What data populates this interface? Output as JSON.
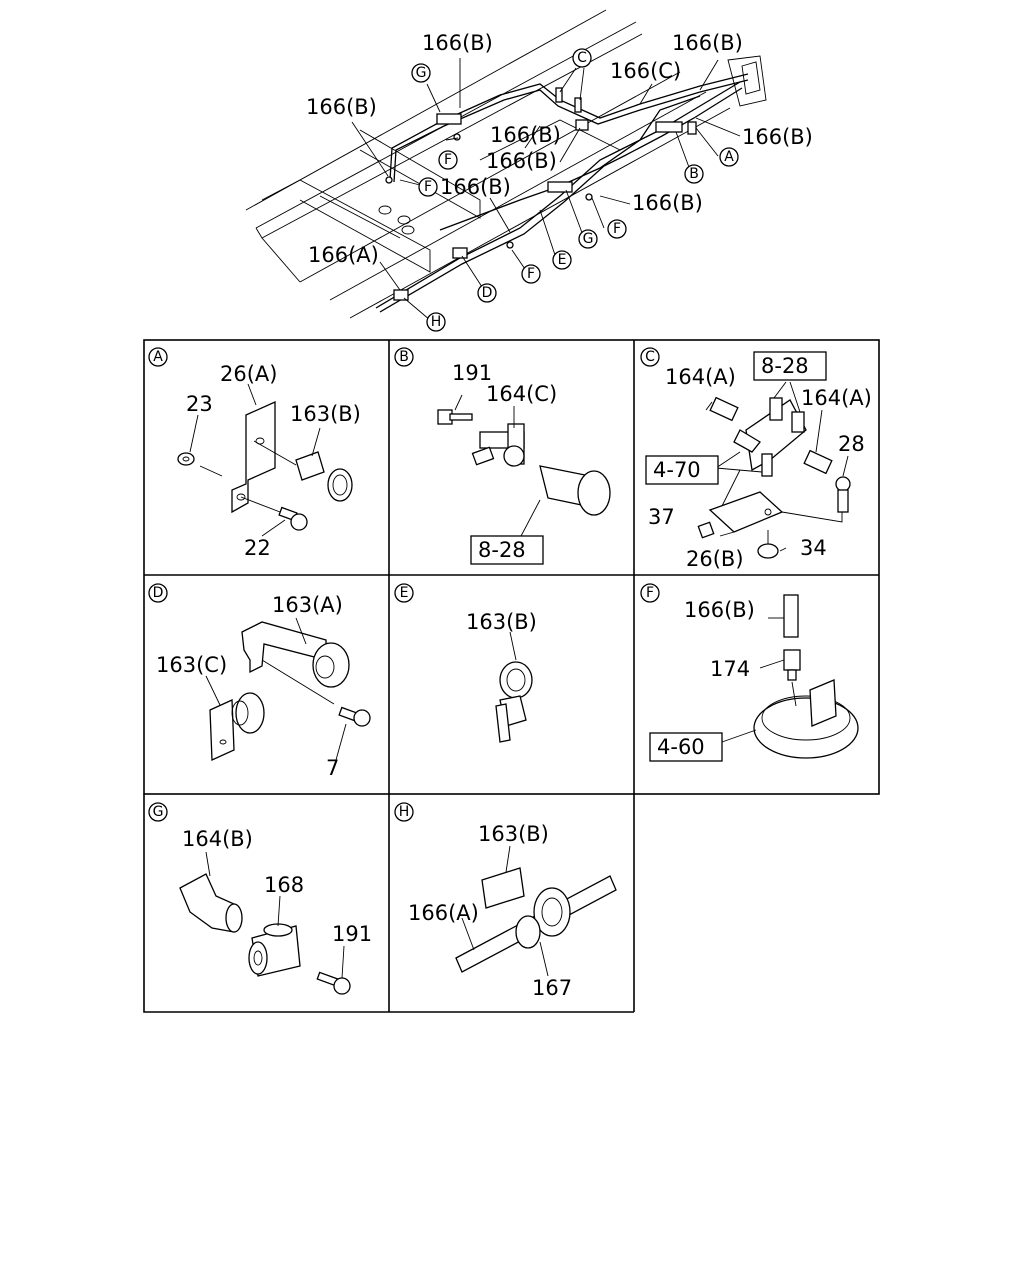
{
  "overview": {
    "labels": [
      "166(B)",
      "166(B)",
      "166(C)",
      "166(B)",
      "166(B)",
      "166(B)",
      "166(B)",
      "166(B)",
      "166(B)",
      "166(A)"
    ],
    "markers": [
      "G",
      "C",
      "F",
      "F",
      "A",
      "B",
      "F",
      "G",
      "E",
      "F",
      "D",
      "H"
    ]
  },
  "panels": {
    "A": {
      "letter": "A",
      "labels": [
        "26(A)",
        "23",
        "163(B)",
        "22"
      ]
    },
    "B": {
      "letter": "B",
      "labels": [
        "191",
        "164(C)",
        "8-28"
      ]
    },
    "C": {
      "letter": "C",
      "labels": [
        "8-28",
        "164(A)",
        "164(A)",
        "28",
        "4-70",
        "37",
        "26(B)",
        "34"
      ]
    },
    "D": {
      "letter": "D",
      "labels": [
        "163(A)",
        "163(C)",
        "7"
      ]
    },
    "E": {
      "letter": "E",
      "labels": [
        "163(B)"
      ]
    },
    "F": {
      "letter": "F",
      "labels": [
        "166(B)",
        "174",
        "4-60"
      ]
    },
    "G": {
      "letter": "G",
      "labels": [
        "164(B)",
        "168",
        "191"
      ]
    },
    "H": {
      "letter": "H",
      "labels": [
        "163(B)",
        "166(A)",
        "167"
      ]
    }
  }
}
